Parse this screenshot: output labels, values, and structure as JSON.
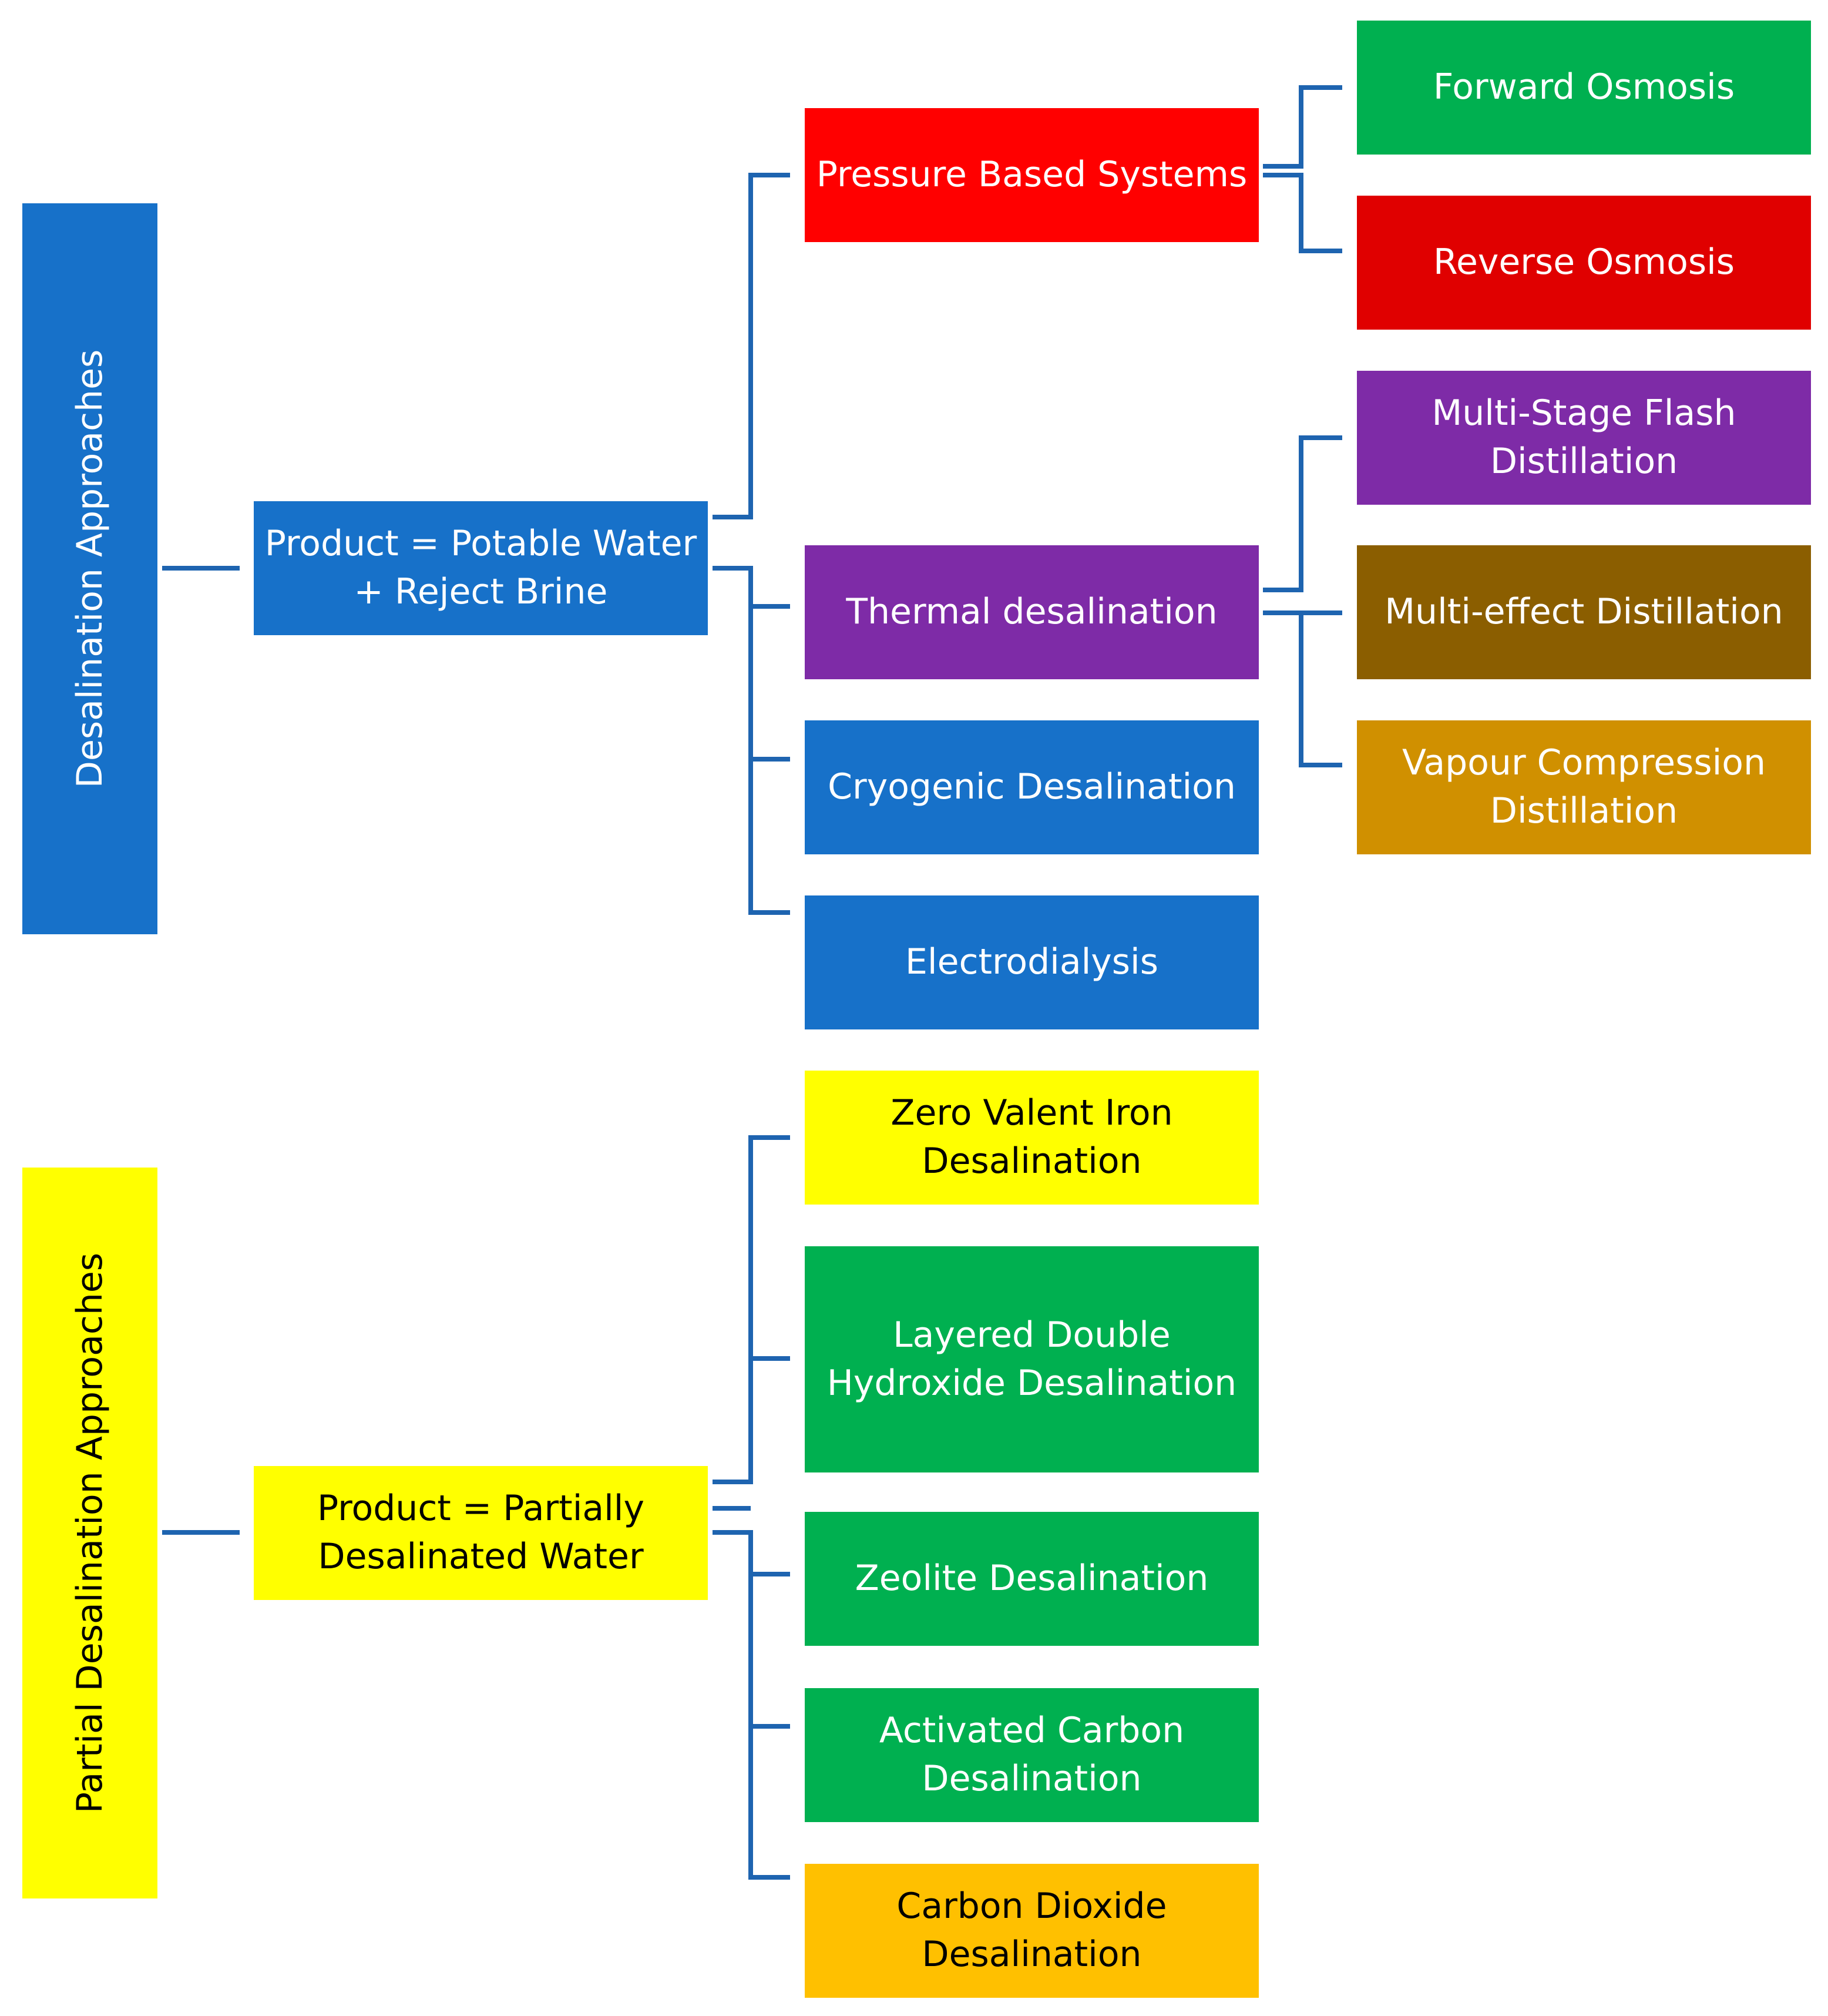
{
  "diagram": {
    "roots": {
      "desalination": "Desalination Approaches",
      "partial": "Partial Desalination Approaches"
    },
    "products": {
      "potable": "Product = Potable Water\n+ Reject Brine",
      "partial": "Product = Partially\nDesalinated Water"
    },
    "categories": {
      "pressure": "Pressure Based Systems",
      "thermal": "Thermal desalination",
      "cryogenic": "Cryogenic Desalination",
      "electrodialysis": "Electrodialysis",
      "zero_valent_iron": "Zero Valent Iron\nDesalination",
      "layered_double_hydroxide": "Layered Double\nHydroxide Desalination",
      "zeolite": "Zeolite Desalination",
      "activated_carbon": "Activated Carbon\nDesalination",
      "carbon_dioxide": "Carbon Dioxide\nDesalination"
    },
    "methods": {
      "forward_osmosis": "Forward Osmosis",
      "reverse_osmosis": "Reverse Osmosis",
      "multi_stage_flash": "Multi-Stage Flash\nDistillation",
      "multi_effect": "Multi-effect Distillation",
      "vapour_compression": "Vapour Compression\nDistillation"
    },
    "colors": {
      "blue": "#1771C9",
      "yellow": "#FFFF00",
      "red": "#FF0000",
      "dark_red": "#E00000",
      "purple": "#7E2BA7",
      "green": "#00B050",
      "brown": "#8B5E00",
      "dark_gold": "#D09000",
      "orange": "#FFC000",
      "connector": "#1E64B0"
    }
  }
}
